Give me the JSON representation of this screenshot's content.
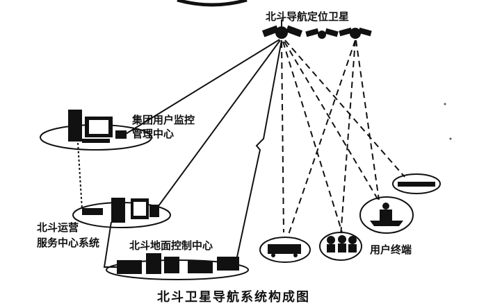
{
  "diagram": {
    "title": "北斗卫星导航系统构成图",
    "labels": {
      "satellites": "北斗导航定位卫星",
      "group_center_line1": "集团用户监控",
      "group_center_line2": "管理中心",
      "ops_center_line1": "北斗运营",
      "ops_center_line2": "服务中心系统",
      "ground_control": "北斗地面控制中心",
      "user_terminals": "用户终端"
    }
  }
}
